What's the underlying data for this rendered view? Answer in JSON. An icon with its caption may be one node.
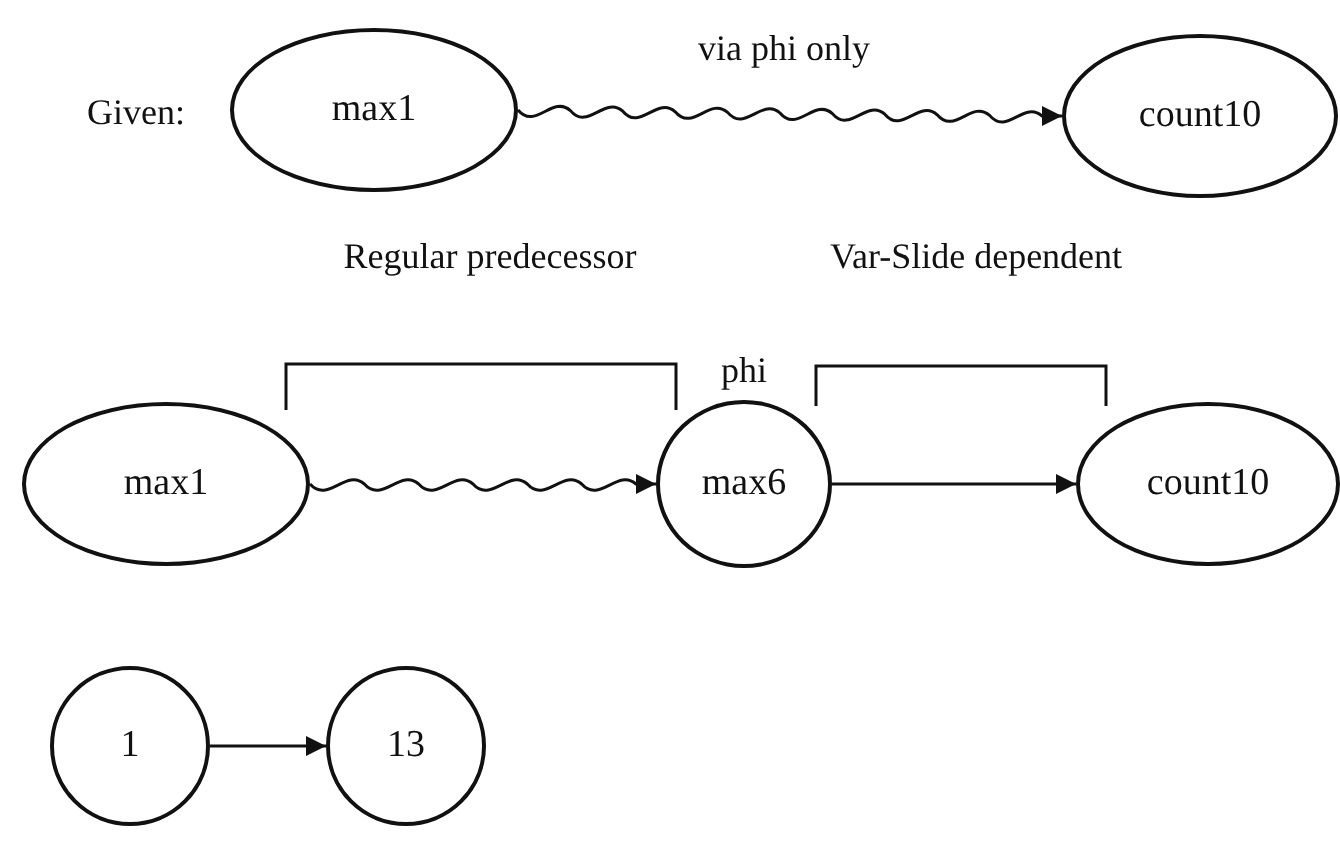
{
  "diagram": {
    "nodes": [
      {
        "text": [
          "max1"
        ]
      },
      {
        "text": [
          "count10"
        ]
      },
      {
        "text": [
          "max1"
        ]
      },
      {
        "text": [
          "max6"
        ],
        "beside": [
          "phi"
        ]
      },
      {
        "text": [
          "count10"
        ]
      },
      {
        "text": [
          "1"
        ]
      },
      {
        "text": [
          "13"
        ]
      }
    ],
    "edges": [
      {
        "from": 0,
        "to": 1,
        "arrow": "to",
        "label": "via phi only"
      },
      {
        "from": 2,
        "to": 3,
        "arrow": "to"
      },
      {
        "from": 3,
        "to": 4,
        "arrow": "to"
      },
      {
        "from": 5,
        "to": 6,
        "arrow": "to"
      }
    ],
    "labels": [
      "Given:",
      "Regular predecessor",
      "Var-Slide dependent"
    ]
  }
}
